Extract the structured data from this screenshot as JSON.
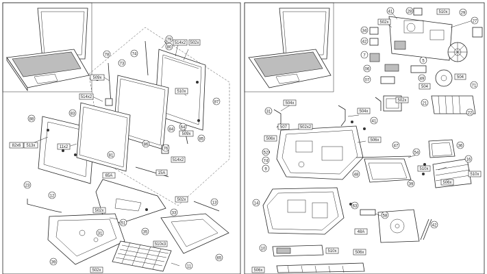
{
  "panels": [
    {
      "id": "left",
      "callouts": [
        {
          "text": "79"
        },
        {
          "text": "514x2"
        },
        {
          "text": "502x"
        },
        {
          "text": "80"
        },
        {
          "text": "74"
        },
        {
          "text": "78"
        },
        {
          "text": "73"
        },
        {
          "text": "509x"
        },
        {
          "text": "514x2"
        },
        {
          "text": "510x"
        },
        {
          "text": "87"
        },
        {
          "text": "64"
        },
        {
          "text": "84"
        },
        {
          "text": "86"
        },
        {
          "text": "509x"
        },
        {
          "text": "85"
        },
        {
          "text": "83"
        },
        {
          "text": "81"
        },
        {
          "text": "76"
        },
        {
          "text": "514x2"
        },
        {
          "text": "82x6"
        },
        {
          "text": "513x"
        },
        {
          "text": "11x2"
        },
        {
          "text": "88"
        },
        {
          "text": "65A"
        },
        {
          "text": "15A"
        },
        {
          "text": "23"
        },
        {
          "text": "12"
        },
        {
          "text": "502x"
        },
        {
          "text": "502x"
        },
        {
          "text": "51"
        },
        {
          "text": "13"
        },
        {
          "text": "11"
        },
        {
          "text": "510x3"
        },
        {
          "text": "65"
        },
        {
          "text": "502x"
        },
        {
          "text": "35"
        },
        {
          "text": "33"
        },
        {
          "text": "31"
        },
        {
          "text": "39"
        }
      ]
    },
    {
      "id": "right",
      "callouts": [
        {
          "text": "41"
        },
        {
          "text": "28"
        },
        {
          "text": "510x"
        },
        {
          "text": "29"
        },
        {
          "text": "27"
        },
        {
          "text": "502x"
        },
        {
          "text": "34"
        },
        {
          "text": "42"
        },
        {
          "text": "7"
        },
        {
          "text": "06"
        },
        {
          "text": "07"
        },
        {
          "text": "5"
        },
        {
          "text": "504"
        },
        {
          "text": "49"
        },
        {
          "text": "504"
        },
        {
          "text": "71"
        },
        {
          "text": "502x"
        },
        {
          "text": "21"
        },
        {
          "text": "22"
        },
        {
          "text": "504x"
        },
        {
          "text": "504x"
        },
        {
          "text": "31"
        },
        {
          "text": "41"
        },
        {
          "text": "507"
        },
        {
          "text": "502x2"
        },
        {
          "text": "506x"
        },
        {
          "text": "506x"
        },
        {
          "text": "52"
        },
        {
          "text": "47"
        },
        {
          "text": "74"
        },
        {
          "text": "9"
        },
        {
          "text": "54"
        },
        {
          "text": "510x"
        },
        {
          "text": "36"
        },
        {
          "text": "16"
        },
        {
          "text": "510x"
        },
        {
          "text": "506x"
        },
        {
          "text": "14"
        },
        {
          "text": "63"
        },
        {
          "text": "48A"
        },
        {
          "text": "10"
        },
        {
          "text": "510x"
        },
        {
          "text": "506x"
        },
        {
          "text": "506x"
        },
        {
          "text": "58"
        },
        {
          "text": "48"
        },
        {
          "text": "42"
        },
        {
          "text": "39"
        }
      ]
    }
  ]
}
